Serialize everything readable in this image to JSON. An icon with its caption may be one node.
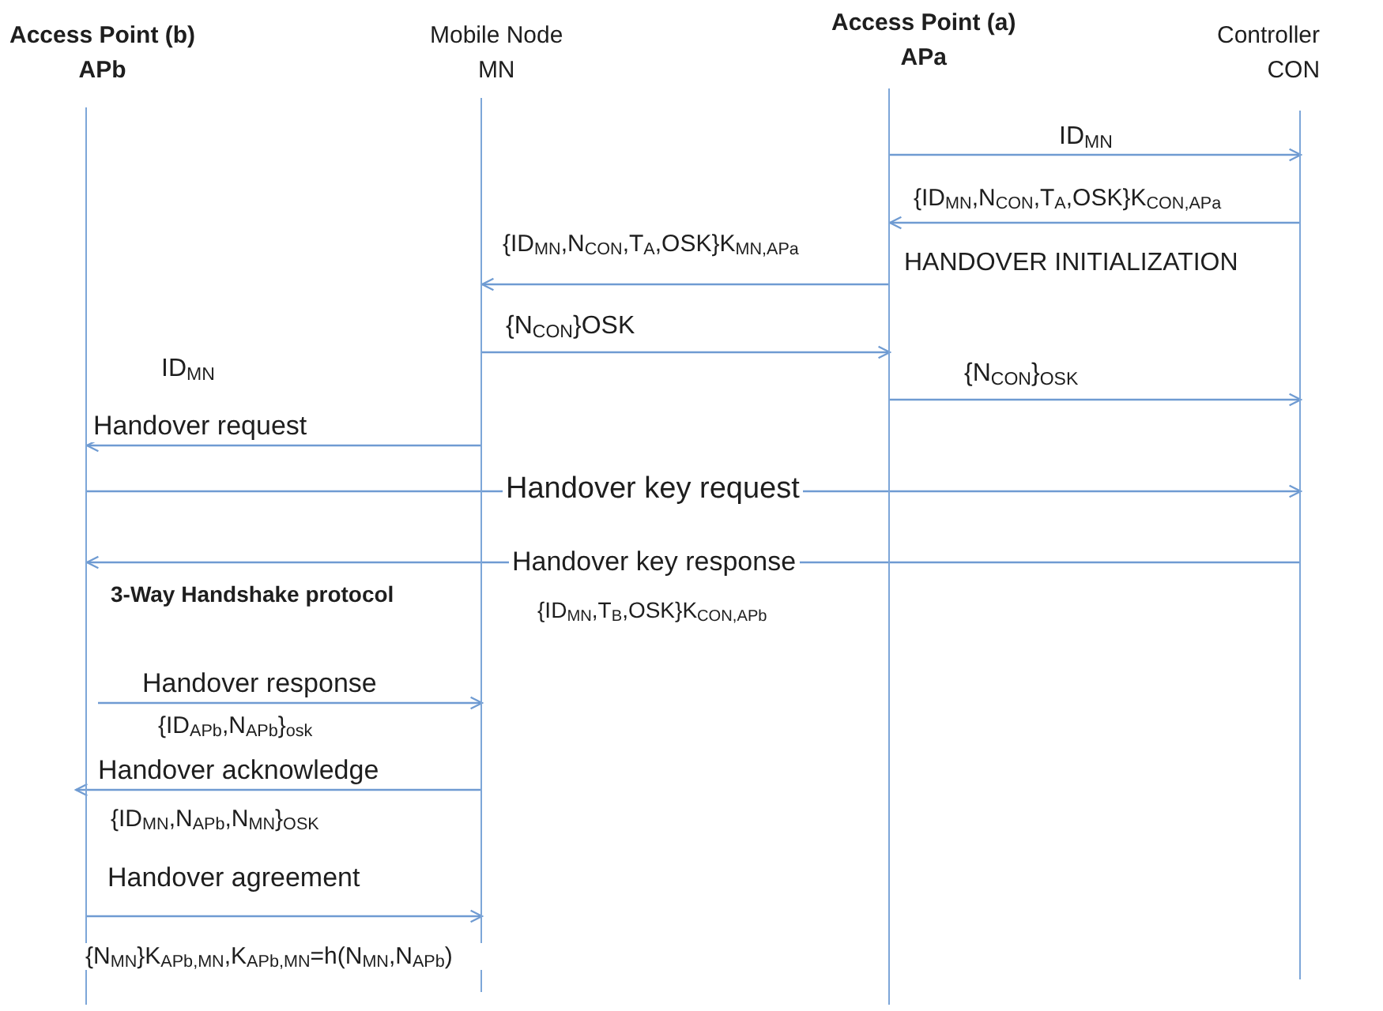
{
  "diagram": {
    "nodes": [
      {
        "text": [
          "Access Point (b)",
          "APb"
        ]
      },
      {
        "text": [
          "Mobile Node",
          "MN"
        ]
      },
      {
        "text": [
          "Access Point (a)",
          "APa"
        ]
      },
      {
        "text": [
          "Controller",
          "CON"
        ]
      }
    ],
    "edges": [
      {
        "from": 2,
        "to": 3,
        "arrow": "to",
        "label": "ID$_{MN}$"
      },
      {
        "from": 3,
        "to": 2,
        "arrow": "to",
        "label": "{ID$_{MN}$,N$_{CON}$,T$_{A}$,OSK}K$_{CON,APa}$"
      },
      {
        "from": 2,
        "to": 1,
        "arrow": "to",
        "label": "{ID$_{MN}$,N$_{CON}$,T$_{A}$,OSK}K$_{MN,APa}$"
      },
      {
        "from": 1,
        "to": 2,
        "arrow": "to",
        "label": "{N$_{CON}$}OSK"
      },
      {
        "from": 2,
        "to": 3,
        "arrow": "to",
        "label": "{N$_{CON}$}$_{OSK}$"
      },
      {
        "from": 1,
        "to": 0,
        "arrow": "to",
        "label": "Handover request"
      },
      {
        "from": 0,
        "to": 3,
        "arrow": "to",
        "label": "Handover key request"
      },
      {
        "from": 3,
        "to": 0,
        "arrow": "to",
        "label": "Handover key response"
      },
      {
        "from": 0,
        "to": 1,
        "arrow": "to",
        "label": "Handover response"
      },
      {
        "from": 1,
        "to": 0,
        "arrow": "to",
        "label": "Handover acknowledge"
      },
      {
        "from": 0,
        "to": 1,
        "arrow": "to",
        "label": "Handover agreement"
      }
    ],
    "labels": [
      "HANDOVER INITIALIZATION",
      "ID$_{MN}$",
      "{ID$_{MN}$,T$_{B}$,OSK}K$_{CON,APb}$",
      "3-Way Handshake protocol",
      "{ID$_{APb}$,N$_{APb}$}$_{osk}$",
      "{ID$_{MN}$,N$_{APb}$,N$_{MN}$}$_{OSK}$",
      "{N$_{MN}$}K$_{APb,MN}$,K$_{APb,MN}$=h(N$_{MN}$,N$_{APb}$)"
    ]
  }
}
